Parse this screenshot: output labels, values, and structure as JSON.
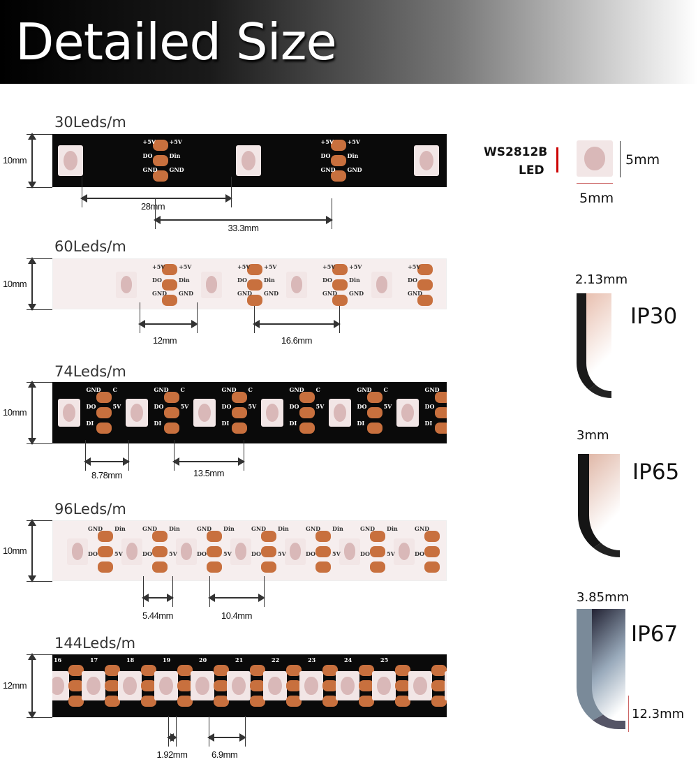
{
  "header": {
    "title": "Detailed Size"
  },
  "strips": [
    {
      "title": "30Leds/m",
      "width_label": "10mm",
      "bg": "#0a0a0a",
      "pads": [
        "+5V",
        "DO",
        "GND",
        "+5V",
        "Din",
        "GND"
      ],
      "dims": [
        "28mm",
        "33.3mm"
      ]
    },
    {
      "title": "60Leds/m",
      "width_label": "10mm",
      "bg": "#f6eeee",
      "pads": [
        "+5V",
        "DO",
        "GND",
        "+5V",
        "Din",
        "GND"
      ],
      "dims": [
        "12mm",
        "16.6mm"
      ]
    },
    {
      "title": "74Leds/m",
      "width_label": "10mm",
      "bg": "#0a0a0a",
      "pads": [
        "GND",
        "DO",
        "DI",
        "C",
        "5V"
      ],
      "dims": [
        "8.78mm",
        "13.5mm"
      ]
    },
    {
      "title": "96Leds/m",
      "width_label": "10mm",
      "bg": "#f6eeee",
      "pads": [
        "GND",
        "DO",
        "Din",
        "5V"
      ],
      "dims": [
        "5.44mm",
        "10.4mm"
      ]
    },
    {
      "title": "144Leds/m",
      "width_label": "12mm",
      "bg": "#0a0a0a",
      "numbers": [
        "16",
        "17",
        "18",
        "19",
        "20",
        "21",
        "22",
        "23",
        "24",
        "25"
      ],
      "dims": [
        "1.92mm",
        "6.9mm"
      ]
    }
  ],
  "led_spec": {
    "name": "WS2812B",
    "type": "LED",
    "height": "5mm",
    "width": "5mm"
  },
  "ratings": [
    {
      "rating": "IP30",
      "thickness": "2.13mm"
    },
    {
      "rating": "IP65",
      "thickness": "3mm"
    },
    {
      "rating": "IP67",
      "thickness": "3.85mm",
      "width": "12.3mm"
    }
  ],
  "colors": {
    "pad": "#c8703e",
    "led_body": "#f2e6e6",
    "marker": "#cc0000"
  }
}
